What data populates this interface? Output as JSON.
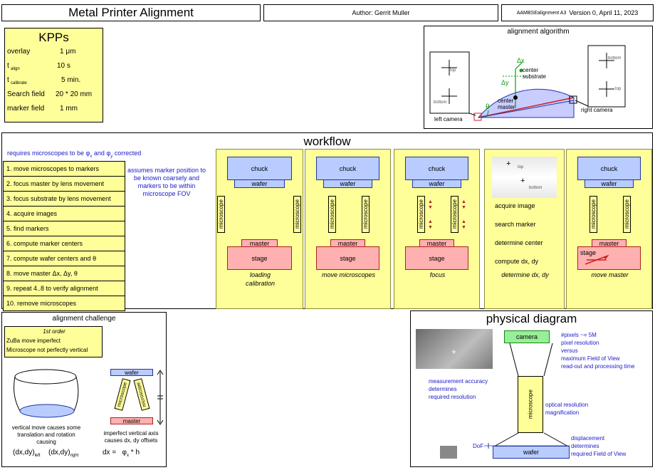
{
  "header": {
    "title": "Metal Printer Alignment",
    "author": "Author: Gerrit Muller",
    "version_id": "AAMBSEalignment A3",
    "version": "Version 0, April  11, 2023"
  },
  "kpps": {
    "title": "KPPs",
    "rows": [
      {
        "label": "overlay",
        "sub": "",
        "value": "1 μm"
      },
      {
        "label": "t",
        "sub": "align",
        "value": "10 s"
      },
      {
        "label": "t",
        "sub": "calibrate",
        "value": "5 min."
      },
      {
        "label": "Search field",
        "sub": "",
        "value": "20 * 20 mm"
      },
      {
        "label": "marker field",
        "sub": "",
        "value": "1 mm"
      }
    ]
  },
  "algorithm": {
    "title": "alignment algorithm",
    "left_camera": "left camera",
    "right_camera": "right camera",
    "top": "top",
    "bottom": "bottom",
    "center_substrate": "center substrate",
    "center_master": "center master",
    "dx": "Δx",
    "dy": "Δy",
    "theta": "θ"
  },
  "workflow": {
    "title": "workflow",
    "requires": "requires microscopes to be   φ",
    "requires_sub1": "x",
    "requires_and": " and φ",
    "requires_sub2": "y",
    "requires_end": " corrected",
    "assumes": "assumes marker position to be known coarsely and markers to be within microscope FOV",
    "steps": [
      "1. move microscopes to markers",
      "2. focus master by lens movement",
      "3. focus substrate by lens movement",
      "4. acquire images",
      "5. find markers",
      "6. compute marker centers",
      "7. compute wafer centers and θ",
      "8. move master Δx, Δy, θ",
      "9. repeat 4..8 to verify alignment",
      "10. remove microscopes"
    ],
    "labels": {
      "chuck": "chuck",
      "wafer": "wafer",
      "microscope": "microscope",
      "master": "master",
      "stage": "stage"
    },
    "panels": [
      {
        "caption": "loading calibration"
      },
      {
        "caption": "move microscopes"
      },
      {
        "caption": "focus"
      },
      {
        "caption": "determine dx, dy"
      },
      {
        "caption": "move master"
      }
    ],
    "acquire": {
      "items": [
        "acquire image",
        "search marker",
        "determine center",
        "compute dx, dy"
      ],
      "top": "top",
      "bottom": "bottom"
    }
  },
  "challenge": {
    "title": "alignment challenge",
    "order_box": {
      "line1": "1st order",
      "line2": "ZuBa move imperfect",
      "line3": "Microscope not perfectly vertical"
    },
    "cyl_text": "vertical move causes some translation and rotation causing",
    "dxdy_left": "(dx,dy)",
    "dxdy_left_sub": "left",
    "dxdy_right": "(dx,dy)",
    "dxdy_right_sub": "right",
    "wafer": "wafer",
    "master": "master",
    "microscope": "microscope",
    "axis_text": "imperfect vertical axis causes dx, dy offsets",
    "formula_a": "dx =",
    "formula_phi": "φ",
    "formula_sub": "x",
    "formula_b": "* h"
  },
  "physical": {
    "title": "physical diagram",
    "camera": "camera",
    "microscope": "microscope",
    "wafer": "wafer",
    "dof": "DoF",
    "pixels": "#pixels ~= 5M",
    "pixel_res": "pixel resolution",
    "versus": "versus",
    "max_fov": "maximum Field of View",
    "readout": "read-out and processing time",
    "meas1": "measurement accuracy",
    "meas2": "determines",
    "meas3": "required resolution",
    "optical": "optical resolution",
    "magnification": "magnification",
    "disp1": "displacement",
    "disp2": "determines",
    "disp3": "required Field of View"
  },
  "colors": {
    "yellow": "#ffff99",
    "blue_fill": "#b8ccff",
    "red_fill": "#ffb0b0",
    "green_fill": "#99ee99",
    "text_blue": "#1a1acc"
  }
}
